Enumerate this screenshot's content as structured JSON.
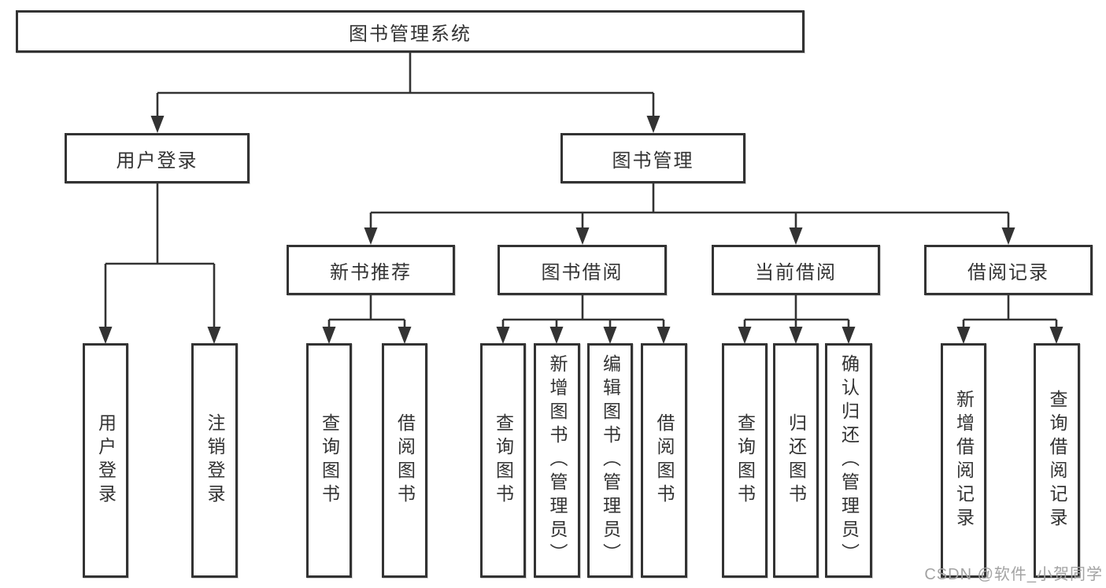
{
  "diagram": {
    "colors": {
      "line": "#333333",
      "text": "#333333",
      "box_background": "#ffffff",
      "watermark": "#a3a3a3"
    },
    "root": {
      "label": "图书管理系统"
    },
    "level2": {
      "user_login": {
        "label": "用户登录"
      },
      "book_mgmt": {
        "label": "图书管理"
      }
    },
    "level3": {
      "new_book": {
        "label": "新书推荐"
      },
      "book_borrow": {
        "label": "图书借阅"
      },
      "current_borrow": {
        "label": "当前借阅"
      },
      "borrow_record": {
        "label": "借阅记录"
      }
    },
    "leaves": {
      "user_login_children": [
        "用户登录",
        "注销登录"
      ],
      "new_book_children": [
        "查询图书",
        "借阅图书"
      ],
      "book_borrow_children": [
        "查询图书",
        "新增图书（管理员）",
        "编辑图书（管理员）",
        "借阅图书"
      ],
      "current_borrow_children": [
        "查询图书",
        "归还图书",
        "确认归还（管理员）"
      ],
      "borrow_record_children": [
        "新增借阅记录",
        "查询借阅记录"
      ]
    },
    "watermark": "CSDN @软件_小贺同学"
  }
}
